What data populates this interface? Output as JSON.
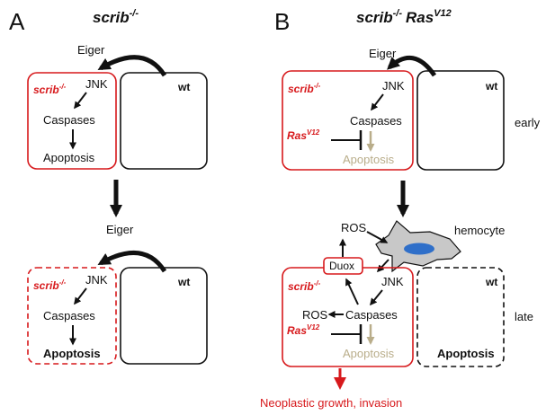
{
  "colors": {
    "red": "#d7191c",
    "black": "#111111",
    "beige": "#b9ad8a",
    "hemocyte_fill": "#c8c8c8",
    "nucleus": "#2f6fc9"
  },
  "panel_a": {
    "letter": "A",
    "title_main": "scrib",
    "title_sup": "-/-",
    "top": {
      "eiger": "Eiger",
      "scrib_label": "scrib",
      "scrib_sup": "-/-",
      "wt": "wt",
      "jnk": "JNK",
      "caspases": "Caspases",
      "apoptosis": "Apoptosis"
    },
    "bottom": {
      "eiger": "Eiger",
      "scrib_label": "scrib",
      "scrib_sup": "-/-",
      "wt": "wt",
      "jnk": "JNK",
      "caspases": "Caspases",
      "apoptosis": "Apoptosis"
    }
  },
  "panel_b": {
    "letter": "B",
    "title_main": "scrib",
    "title_sup": "-/-",
    "title_ras": "Ras",
    "title_ras_sup": "V12",
    "top": {
      "eiger": "Eiger",
      "scrib_label": "scrib",
      "scrib_sup": "-/-",
      "wt": "wt",
      "jnk": "JNK",
      "caspases": "Caspases",
      "ras": "Ras",
      "ras_sup": "V12",
      "apoptosis": "Apoptosis",
      "stage": "early"
    },
    "middle": {
      "ros": "ROS",
      "hemocyte": "hemocyte",
      "duox": "Duox"
    },
    "bottom": {
      "scrib_label": "scrib",
      "scrib_sup": "-/-",
      "wt": "wt",
      "jnk": "JNK",
      "ros": "ROS",
      "caspases": "Caspases",
      "ras": "Ras",
      "ras_sup": "V12",
      "apoptosis_inhibited": "Apoptosis",
      "apoptosis_wt": "Apoptosis",
      "stage": "late"
    },
    "outcome": "Neoplastic growth, invasion"
  }
}
